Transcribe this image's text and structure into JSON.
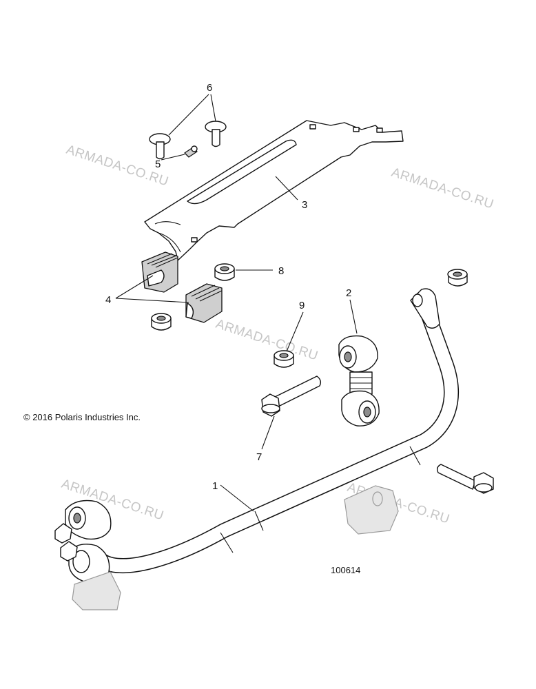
{
  "callouts": {
    "c1": "1",
    "c2": "2",
    "c3": "3",
    "c4": "4",
    "c5": "5",
    "c6": "6",
    "c7": "7",
    "c8": "8",
    "c9": "9"
  },
  "copyright": "© 2016 Polaris Industries Inc.",
  "figure_number": "100614",
  "watermark": "ARMADA-CO.RU",
  "colors": {
    "line": "#111111",
    "watermark": "#c6c6c6",
    "shade": "#cfcfcf"
  }
}
